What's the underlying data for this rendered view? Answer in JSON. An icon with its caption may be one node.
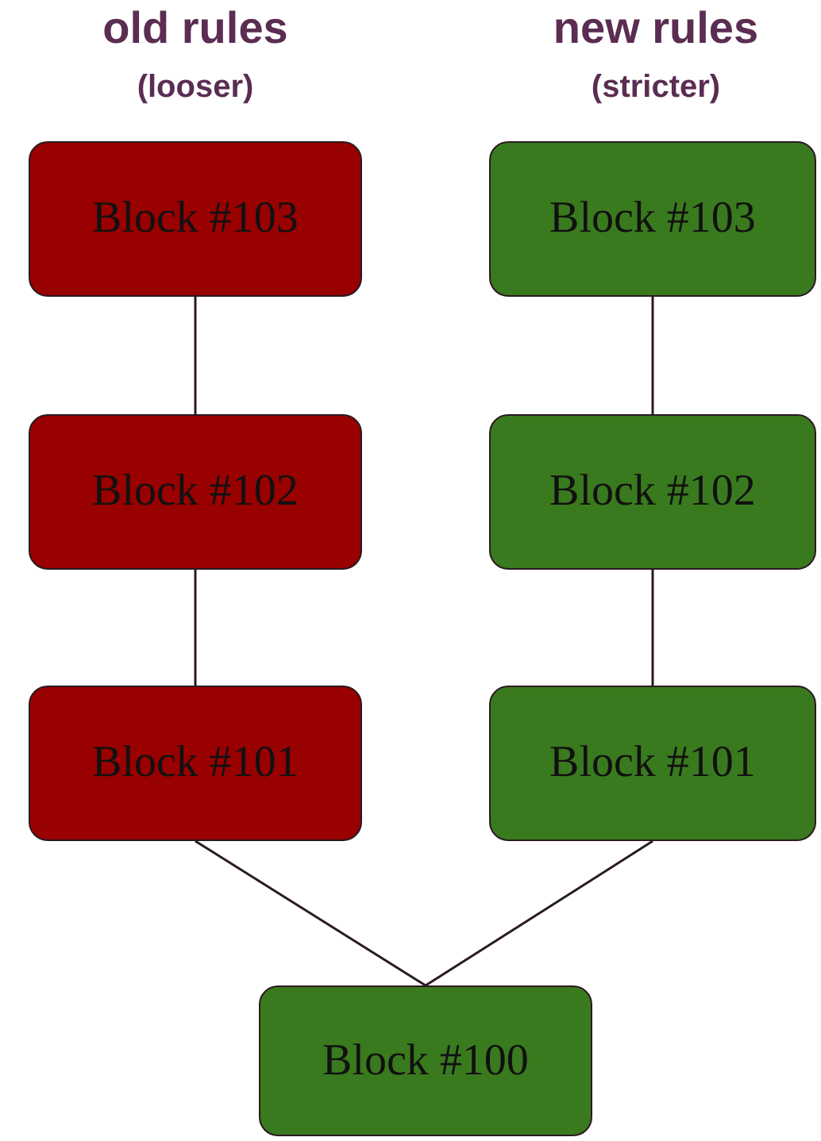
{
  "diagram": {
    "nodes": [
      {
        "text": [
          "Block #103"
        ]
      },
      {
        "text": [
          "Block #102"
        ]
      },
      {
        "text": [
          "Block #101"
        ]
      },
      {
        "text": [
          "Block #103"
        ]
      },
      {
        "text": [
          "Block #102"
        ]
      },
      {
        "text": [
          "Block #101"
        ]
      },
      {
        "text": [
          "Block #100"
        ]
      }
    ],
    "edges": [
      {
        "from": 0,
        "to": 1,
        "arrow": "none"
      },
      {
        "from": 1,
        "to": 2,
        "arrow": "none"
      },
      {
        "from": 3,
        "to": 4,
        "arrow": "none"
      },
      {
        "from": 4,
        "to": 5,
        "arrow": "none"
      },
      {
        "from": 2,
        "to": 6,
        "arrow": "none"
      },
      {
        "from": 5,
        "to": 6,
        "arrow": "none"
      }
    ],
    "labels": [
      "old rules",
      "(looser)",
      "new rules",
      "(stricter)"
    ]
  }
}
